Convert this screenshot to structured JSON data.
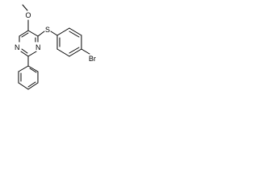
{
  "molecule": {
    "atoms": {
      "methoxy_carbon": "",
      "methoxy_oxygen": "O",
      "sulfur": "S",
      "ring_nitrogen_right": "N",
      "ring_nitrogen_left": "N",
      "bromine": "Br"
    }
  }
}
